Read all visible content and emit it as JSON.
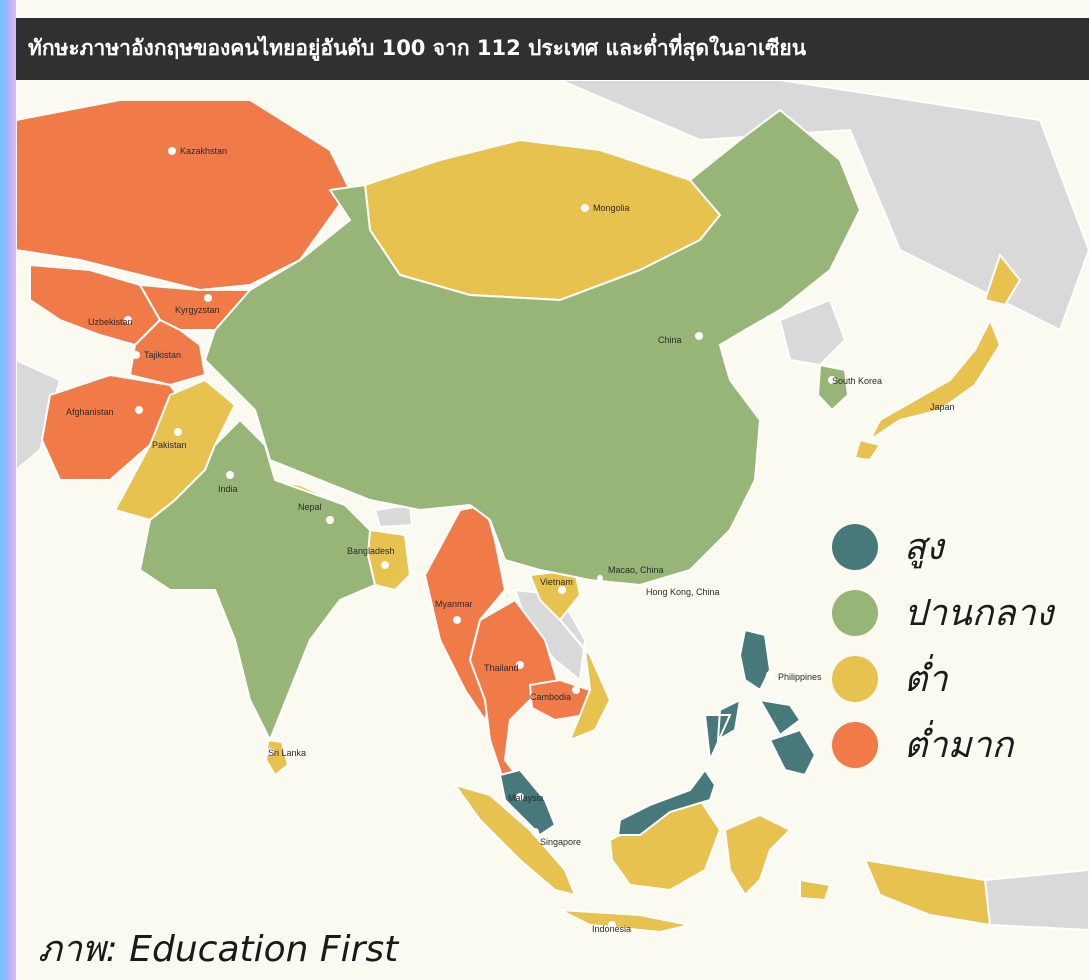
{
  "headline": "ทักษะภาษาอังกฤษของคนไทยอยู่อันดับ 100 จาก 112 ประเทศ และต่ำที่สุดในอาเซียน",
  "legend": [
    {
      "label": "สูง",
      "color": "#47797a"
    },
    {
      "label": "ปานกลาง",
      "color": "#97b577"
    },
    {
      "label": "ต่ำ",
      "color": "#e8c24f"
    },
    {
      "label": "ต่ำมาก",
      "color": "#f07a48"
    }
  ],
  "credit": "ภาพ: Education First",
  "colors": {
    "high": "#47797a",
    "moderate": "#97b577",
    "low": "#e8c24f",
    "very_low": "#f07a48",
    "no_data": "#d9d9d9",
    "sea": "#fbfaf0"
  },
  "countries": {
    "kazakhstan": "Kazakhstan",
    "mongolia": "Mongolia",
    "kyrgyzstan": "Kyrgyzstan",
    "uzbekistan": "Uzbekistan",
    "tajikistan": "Tajikistan",
    "afghanistan": "Afghanistan",
    "pakistan": "Pakistan",
    "india": "India",
    "nepal": "Nepal",
    "bangladesh": "Bangladesh",
    "china": "China",
    "south_korea": "South Korea",
    "japan": "Japan",
    "macao": "Macao, China",
    "hong_kong": "Hong Kong, China",
    "vietnam": "Vietnam",
    "myanmar": "Myanmar",
    "thailand": "Thailand",
    "cambodia": "Cambodia",
    "philippines": "Philippines",
    "sri_lanka": "Sri Lanka",
    "malaysia": "Malaysia",
    "singapore": "Singapore",
    "indonesia": "Indonesia"
  }
}
